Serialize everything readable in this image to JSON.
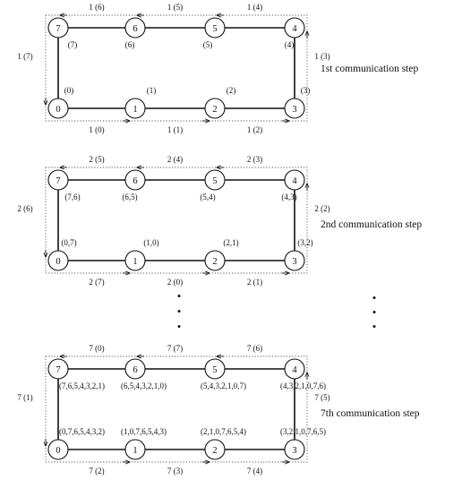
{
  "colors": {
    "line": "#111111",
    "dotted": "#555555",
    "background": "#ffffff"
  },
  "nodes": [
    "0",
    "1",
    "2",
    "3",
    "4",
    "5",
    "6",
    "7"
  ],
  "panels": [
    {
      "title": "1st communication step",
      "top_edge_labels": [
        "1 (6)",
        "1 (5)",
        "1 (4)"
      ],
      "bottom_edge_labels": [
        "1 (0)",
        "1 (1)",
        "1 (2)"
      ],
      "left_label": "1 (7)",
      "right_label": "1 (3)",
      "top_node_data": [
        "(7)",
        "(6)",
        "(5)",
        "(4)"
      ],
      "bottom_node_data": [
        "(0)",
        "(1)",
        "(2)",
        "(3)"
      ]
    },
    {
      "title": "2nd communication step",
      "top_edge_labels": [
        "2 (5)",
        "2 (4)",
        "2 (3)"
      ],
      "bottom_edge_labels": [
        "2 (7)",
        "2 (0)",
        "2 (1)"
      ],
      "left_label": "2 (6)",
      "right_label": "2 (2)",
      "top_node_data": [
        "(7,6)",
        "(6,5)",
        "(5,4)",
        "(4,3)"
      ],
      "bottom_node_data": [
        "(0,7)",
        "(1,0)",
        "(2,1)",
        "(3,2)"
      ]
    },
    {
      "title": "7th communication step",
      "top_edge_labels": [
        "7 (0)",
        "7 (7)",
        "7 (6)"
      ],
      "bottom_edge_labels": [
        "7 (2)",
        "7 (3)",
        "7 (4)"
      ],
      "left_label": "7 (1)",
      "right_label": "7 (5)",
      "top_node_data": [
        "(7,6,5,4,3,2,1)",
        "(6,5,4,3,2,1,0)",
        "(5,4,3,2,1,0,7)",
        "(4,3,2,1,0,7,6)"
      ],
      "bottom_node_data": [
        "(0,7,6,5,4,3,2)",
        "(1,0,7,6,5,4,3)",
        "(2,1,0,7,6,5,4)",
        "(3,2,1,0,7,6,5)"
      ]
    }
  ],
  "ellipsis": "•"
}
